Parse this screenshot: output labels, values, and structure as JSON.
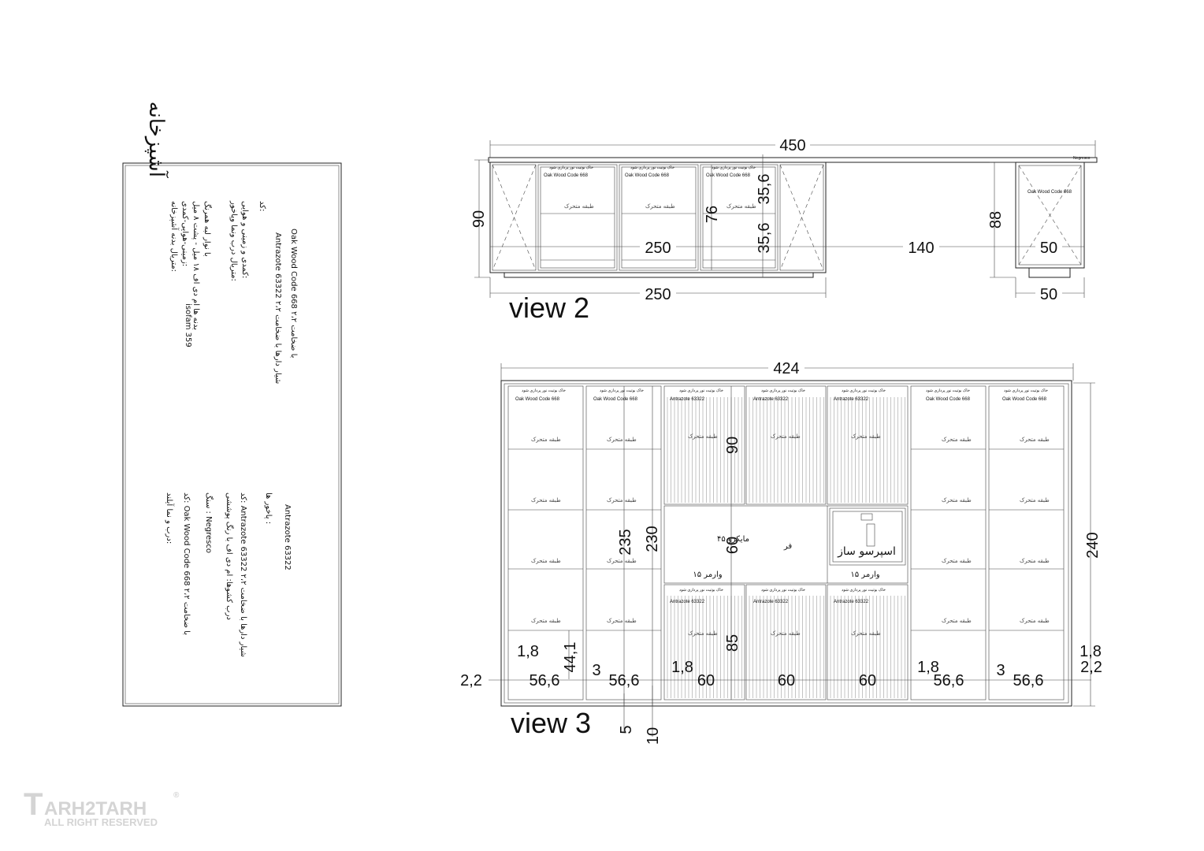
{
  "notes": {
    "title": "آشپزخانه",
    "lines": [
      "متریال بدنه آشپزخانه:",
      "زمینی-هوایی-کمدی:",
      "بدنه ها ام دی اف ۱۸ میل - پشت ۸ میل",
      "isofam 359",
      "با نوار لبه همرنگ",
      "متریال درب ونما وپاخور:",
      "کمدی و زمینی و هوایی:",
      "کد:",
      "Antrazote 63322  شیار دارها با ضخامت ۲،۲",
      "Oak Wood Code 668 با ضخامت ۲،۲",
      "درب و نما آیلند:",
      "کد: Oak Wood Code 668 با ضخامت ۲،۲",
      "سنگ : Negresco",
      "درب کشوها: ام دی اف با رنگ پوششی",
      "کد: Antrazote 63322  شیار دارها با ضخامت ۲،۲",
      "پاخور ها :",
      "Antrazote 63322"
    ]
  },
  "view2": {
    "label": "view 2",
    "top_label": "Negresco",
    "oak_label": "Oak Wood Code 668",
    "grain_note": "خاک بوتیت نور پردازی شود",
    "shelf_label": "طبقه متحرک",
    "dims": {
      "total": "450",
      "height": "90",
      "inner": "76",
      "upper": "35,6",
      "lower": "35,6",
      "run": "250",
      "bottom_run": "250",
      "gap": "140",
      "side_height": "88",
      "side_width": "50",
      "side_bottom": "50"
    }
  },
  "view3": {
    "label": "view 3",
    "oak_label": "Oak Wood Code 668",
    "antra_label": "Antrazote 63322",
    "grain_note": "خاک بوتیت نور پردازی شود",
    "shelf_label": "طبقه متحرک",
    "micro_label": "مایکرو ۴۵",
    "oven_label": "فر",
    "espresso_label": "اسپرسو ساز",
    "warmer_label": "وارمر ۱۵",
    "dims": {
      "total": "424",
      "height": "240",
      "h235": "235",
      "h230": "230",
      "upper": "90",
      "middle": "60",
      "lower": "85",
      "drawer": "44,1",
      "base5": "5",
      "base10": "10",
      "bottom": [
        "2,2",
        "1,8",
        "56,6",
        "3",
        "56,6",
        "1,8",
        "60",
        "60",
        "60",
        "1,8",
        "56,6",
        "3",
        "56,6",
        "1,8",
        "2,2"
      ]
    }
  },
  "logo": {
    "brand": "ARH2TARH",
    "mark": "T",
    "rights": "ALL RIGHT RESERVED",
    "reg": "®"
  }
}
